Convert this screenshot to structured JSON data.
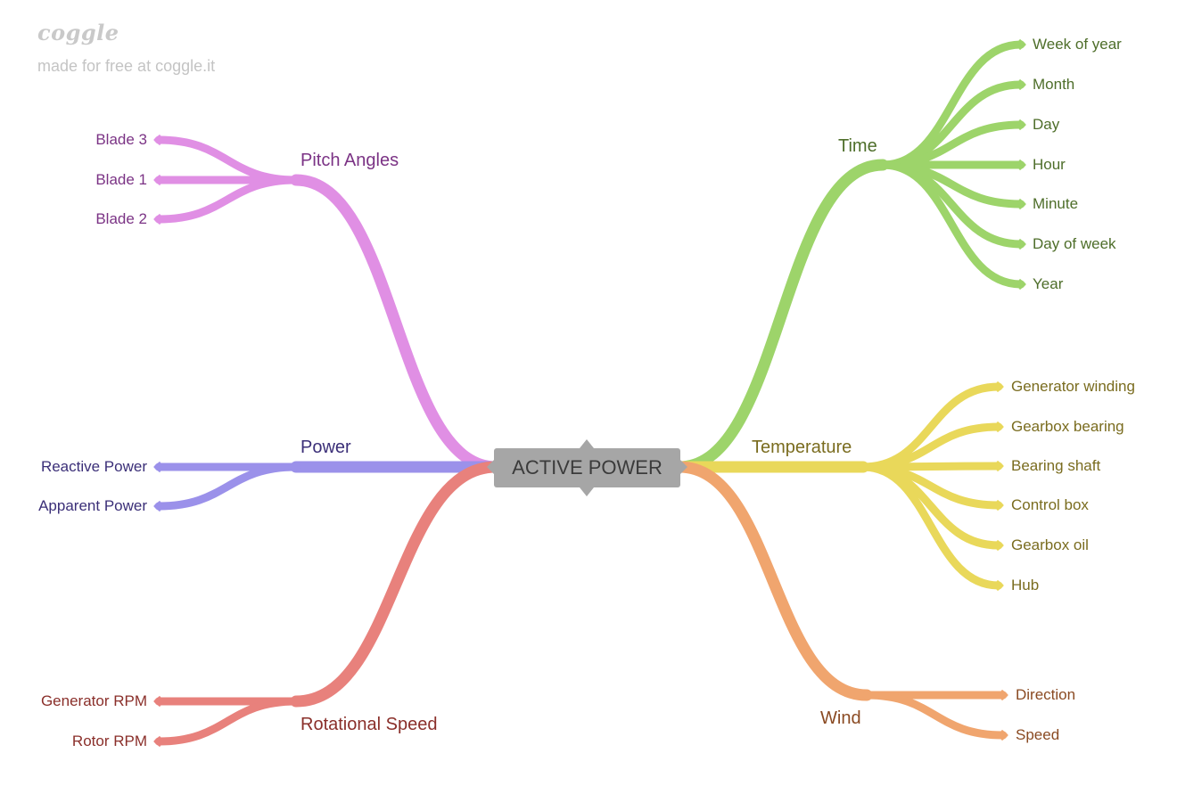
{
  "watermark": {
    "logo": "coggle",
    "credit": "made for free at coggle.it"
  },
  "root": {
    "label": "ACTIVE POWER"
  },
  "branches": {
    "pitch": {
      "label": "Pitch Angles",
      "color": "#e08fe4",
      "text_color": "#7b3385",
      "children": [
        "Blade 3",
        "Blade 1",
        "Blade 2"
      ]
    },
    "power": {
      "label": "Power",
      "color": "#9b91ea",
      "text_color": "#3b2f78",
      "children": [
        "Reactive Power",
        "Apparent Power"
      ]
    },
    "rotational": {
      "label": "Rotational Speed",
      "color": "#e8817c",
      "text_color": "#8a2f2a",
      "children": [
        "Generator RPM",
        "Rotor RPM"
      ]
    },
    "time": {
      "label": "Time",
      "color": "#9dd46a",
      "text_color": "#4e6e2a",
      "children": [
        "Week of year",
        "Month",
        "Day",
        "Hour",
        "Minute",
        "Day of week",
        "Year"
      ]
    },
    "temperature": {
      "label": "Temperature",
      "color": "#e9d85a",
      "text_color": "#7a6c1f",
      "children": [
        "Generator winding",
        "Gearbox bearing",
        "Bearing shaft",
        "Control box",
        "Gearbox oil",
        "Hub"
      ]
    },
    "wind": {
      "label": "Wind",
      "color": "#f0a56e",
      "text_color": "#8a4a22",
      "children": [
        "Direction",
        "Speed"
      ]
    }
  }
}
